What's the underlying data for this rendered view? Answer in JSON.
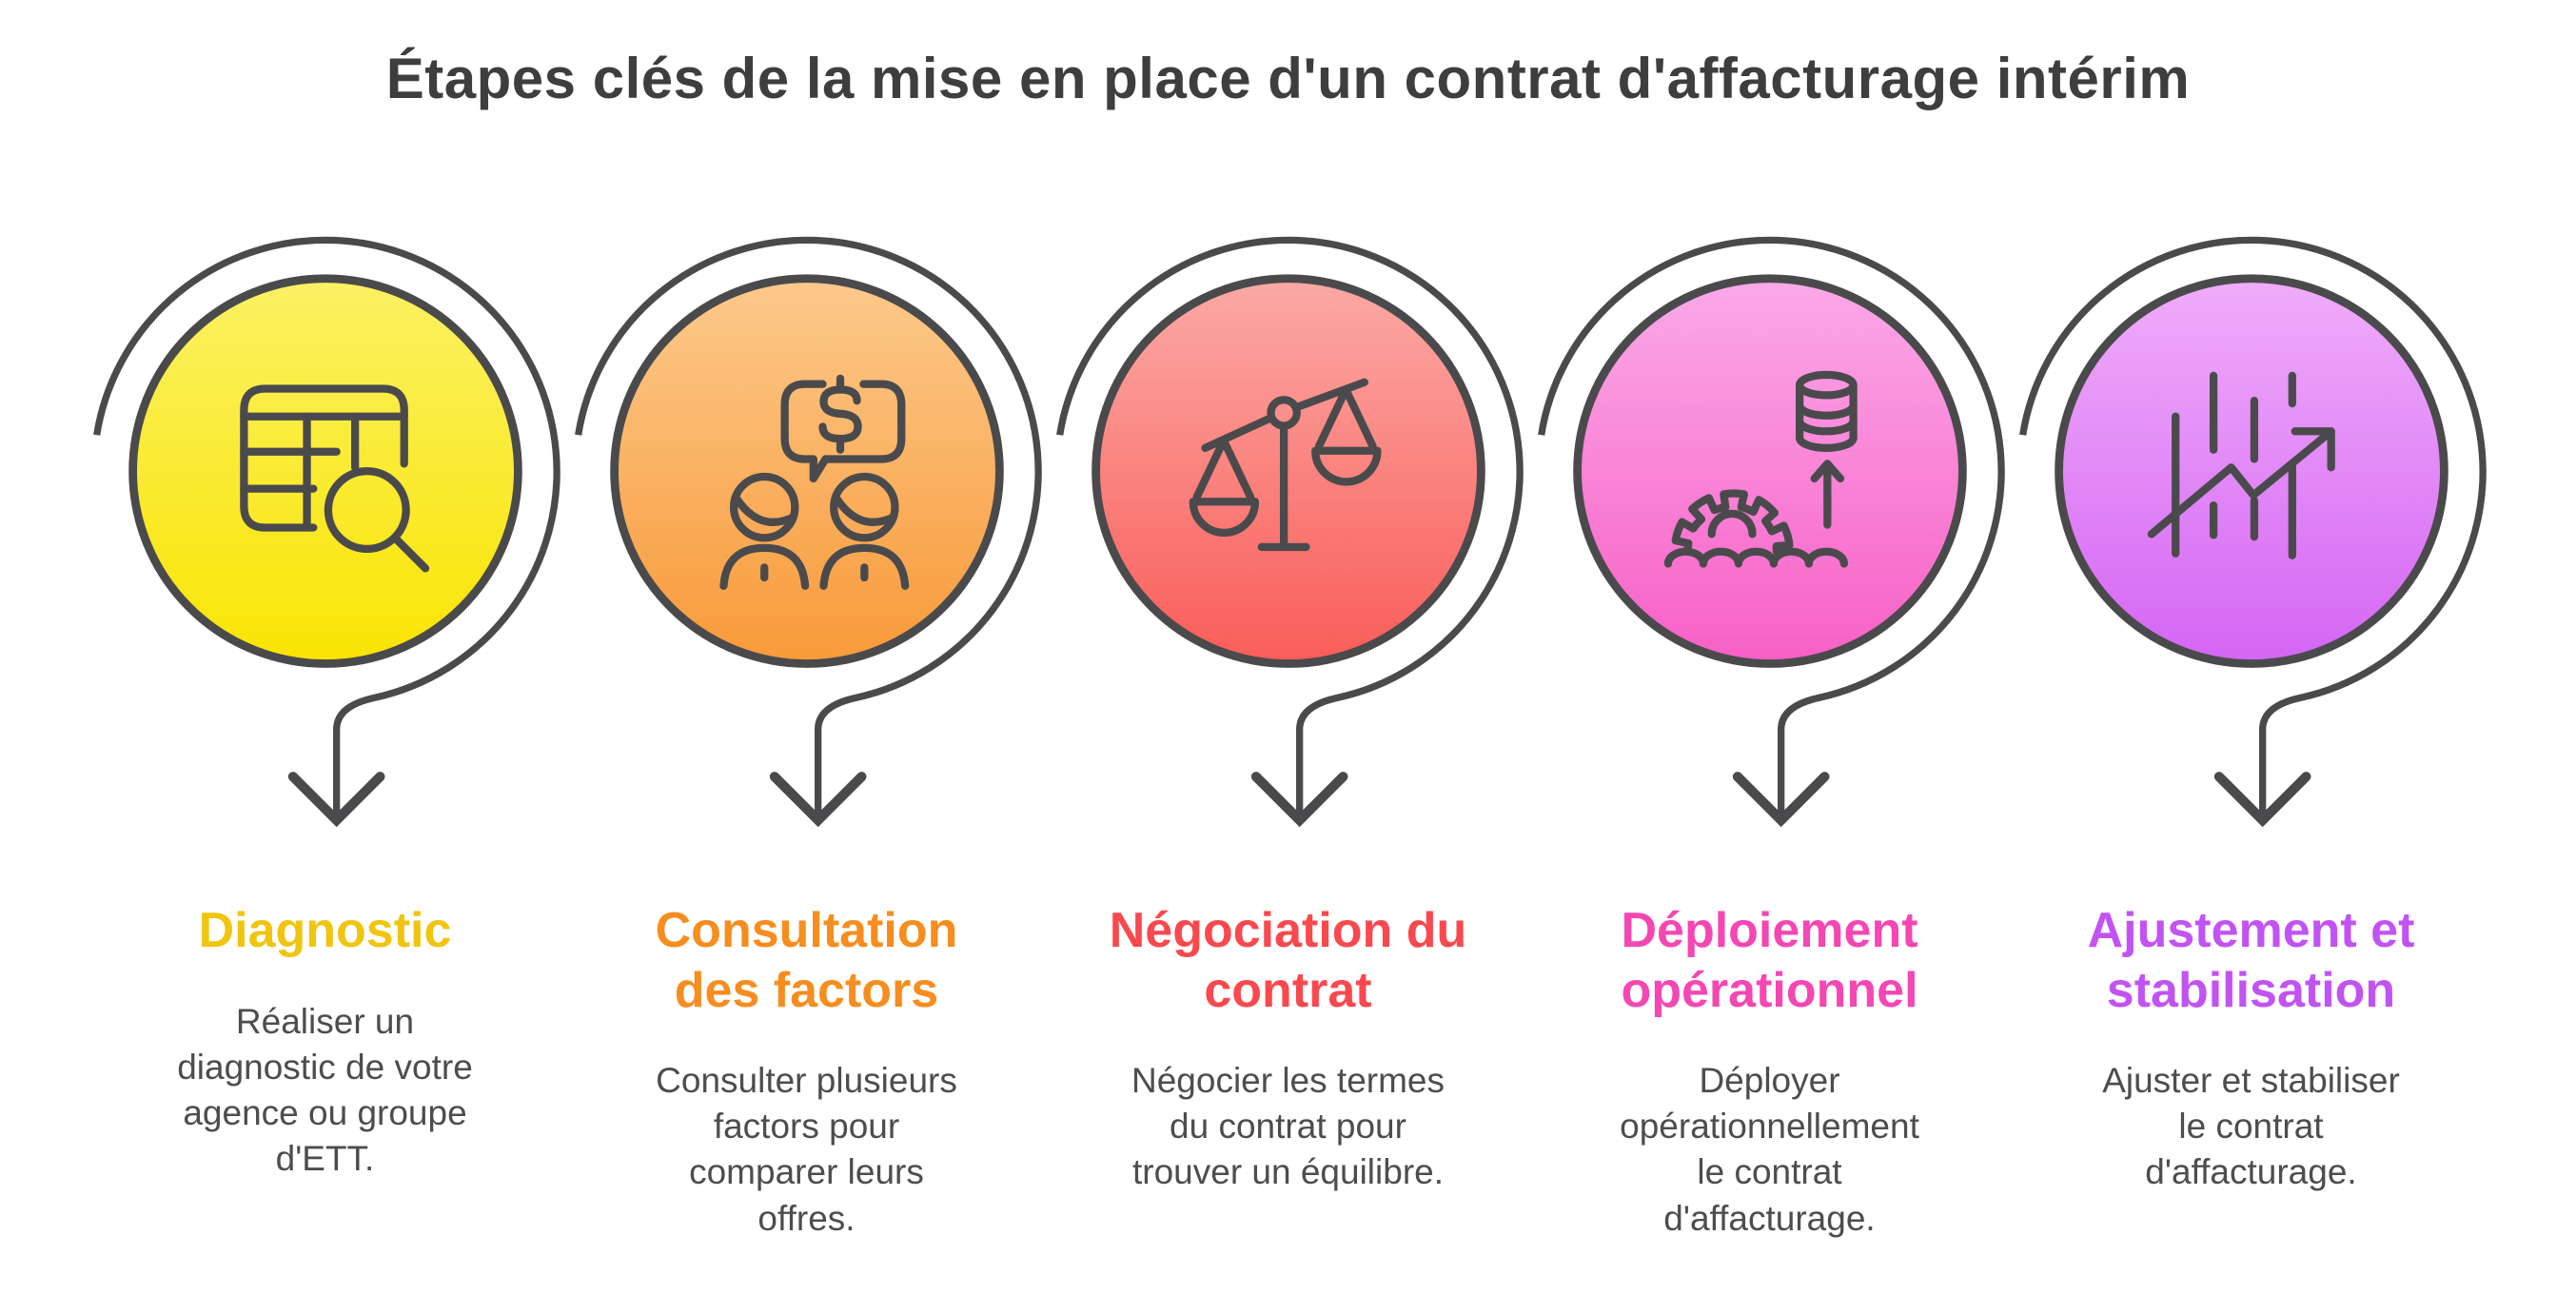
{
  "title": "Étapes clés de la mise en place d'un contrat d'affacturage intérim",
  "colors": {
    "title_text": "#3E3E41",
    "body_text": "#4D4D4F",
    "outline": "#4A4A4C",
    "background": "#FFFFFF"
  },
  "steps": [
    {
      "heading": "Diagnostic",
      "heading_color": "#F0C50F",
      "description": "Réaliser un\ndiagnostic de votre\nagence ou groupe\nd'ETT.",
      "icon": "table-search-icon",
      "circle_top": "#FBF163",
      "circle_bottom": "#FAE403"
    },
    {
      "heading": "Consultation\ndes factors",
      "heading_color": "#F78D1E",
      "description": "Consulter plusieurs\nfactors pour\ncomparer leurs\noffres.",
      "icon": "price-discussion-icon",
      "circle_top": "#FCC98C",
      "circle_bottom": "#F89A39"
    },
    {
      "heading": "Négociation du\ncontrat",
      "heading_color": "#F9494E",
      "description": "Négocier les termes\ndu contrat pour\ntrouver un équilibre.",
      "icon": "balance-scale-icon",
      "circle_top": "#FBA9A5",
      "circle_bottom": "#FA5D59"
    },
    {
      "heading": "Déploiement\nopérationnel",
      "heading_color": "#F447B3",
      "description": "Déployer\nopérationnellement\nle contrat\nd'affacturage.",
      "icon": "deployment-gear-icon",
      "circle_top": "#FBA9E9",
      "circle_bottom": "#F760C5"
    },
    {
      "heading": "Ajustement et\nstabilisation",
      "heading_color": "#C253F3",
      "description": "Ajuster et stabiliser\nle contrat\nd'affacturage.",
      "icon": "growth-chart-icon",
      "circle_top": "#F0ACFA",
      "circle_bottom": "#D466F3"
    }
  ]
}
